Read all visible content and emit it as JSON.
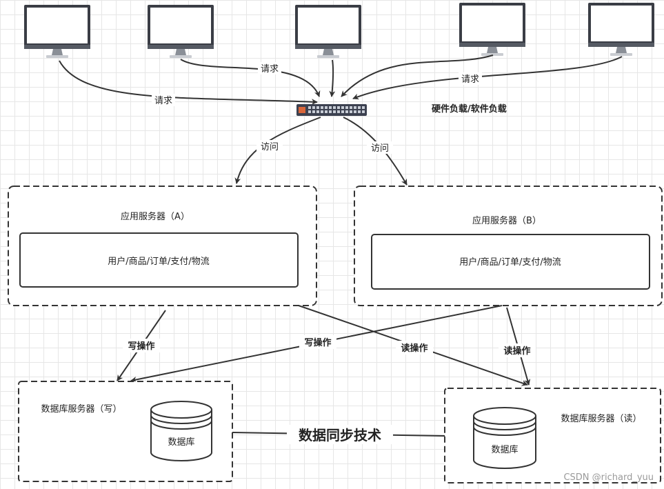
{
  "balancer_label": "硬件负载/软件负载",
  "edge_labels": {
    "request_1": "请求",
    "request_2": "请求",
    "request_3": "请求",
    "visit_a": "访问",
    "visit_b": "访问",
    "write_a": "写操作",
    "write_b": "写操作",
    "read_a": "读操作",
    "read_b": "读操作"
  },
  "servers": {
    "a": {
      "title": "应用服务器（A）",
      "modules": "用户/商品/订单/支付/物流"
    },
    "b": {
      "title": "应用服务器（B）",
      "modules": "用户/商品/订单/支付/物流"
    }
  },
  "databases": {
    "write": {
      "title": "数据库服务器（写）",
      "db_label": "数据库"
    },
    "read": {
      "title": "数据库服务器（读）",
      "db_label": "数据库"
    }
  },
  "sync_label": "数据同步技术",
  "watermark": "CSDN @richard_yuu",
  "colors": {
    "stroke": "#333333",
    "monitor_screen": "#ffffff",
    "switch": "#3c4150"
  },
  "icons": [
    "monitor-icon",
    "network-switch-icon",
    "database-icon"
  ]
}
